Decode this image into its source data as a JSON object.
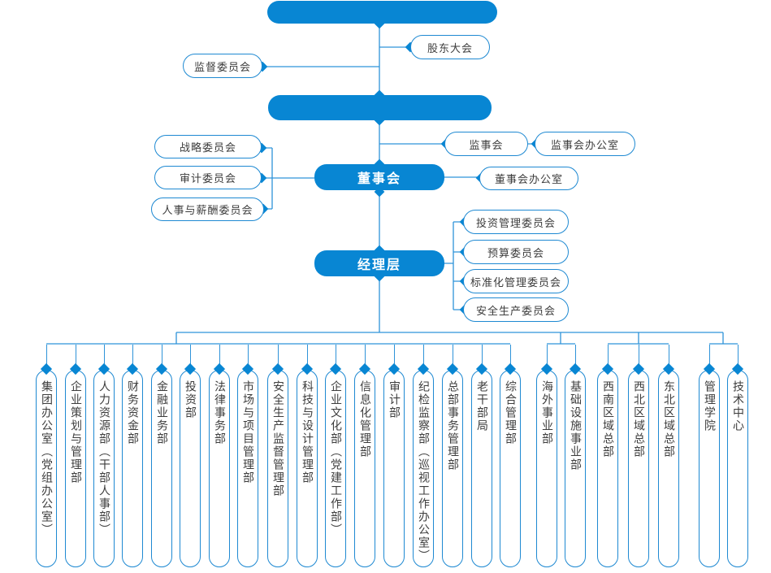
{
  "colors": {
    "primary_blue": "#0886d3",
    "line_blue": "#2e93d9",
    "border_blue": "#1e89d2",
    "text_gray": "#3d3d3d"
  },
  "org_chart": {
    "top_pill_label": "",
    "second_pill_label": "",
    "shareholders_meeting": "股东大会",
    "supervisory_committee": "监督委员会",
    "supervisors_board": "监事会",
    "supervisors_office": "监事会办公室",
    "board": "董事会",
    "board_office": "董事会办公室",
    "board_committees": [
      "战略委员会",
      "审计委员会",
      "人事与薪酬委员会"
    ],
    "management": "经理层",
    "management_committees": [
      "投资管理委员会",
      "预算委员会",
      "标准化管理委员会",
      "安全生产委员会"
    ],
    "departments": [
      "集团办公室（党组办公室）",
      "企业策划与管理部",
      "人力资源部（干部人事部）",
      "财务资金部",
      "金融业务部",
      "投资部",
      "法律事务部",
      "市场与项目管理部",
      "安全生产监督管理部",
      "科技与设计管理部",
      "企业文化部（党建工作部）",
      "信息化管理部",
      "审计部",
      "纪检监察部（巡视工作办公室）",
      "总部事务管理部",
      "老干部局",
      "综合管理部",
      "海外事业部",
      "基础设施事业部",
      "西南区域总部",
      "西北区域总部",
      "东北区域总部",
      "管理学院",
      "技术中心"
    ]
  }
}
